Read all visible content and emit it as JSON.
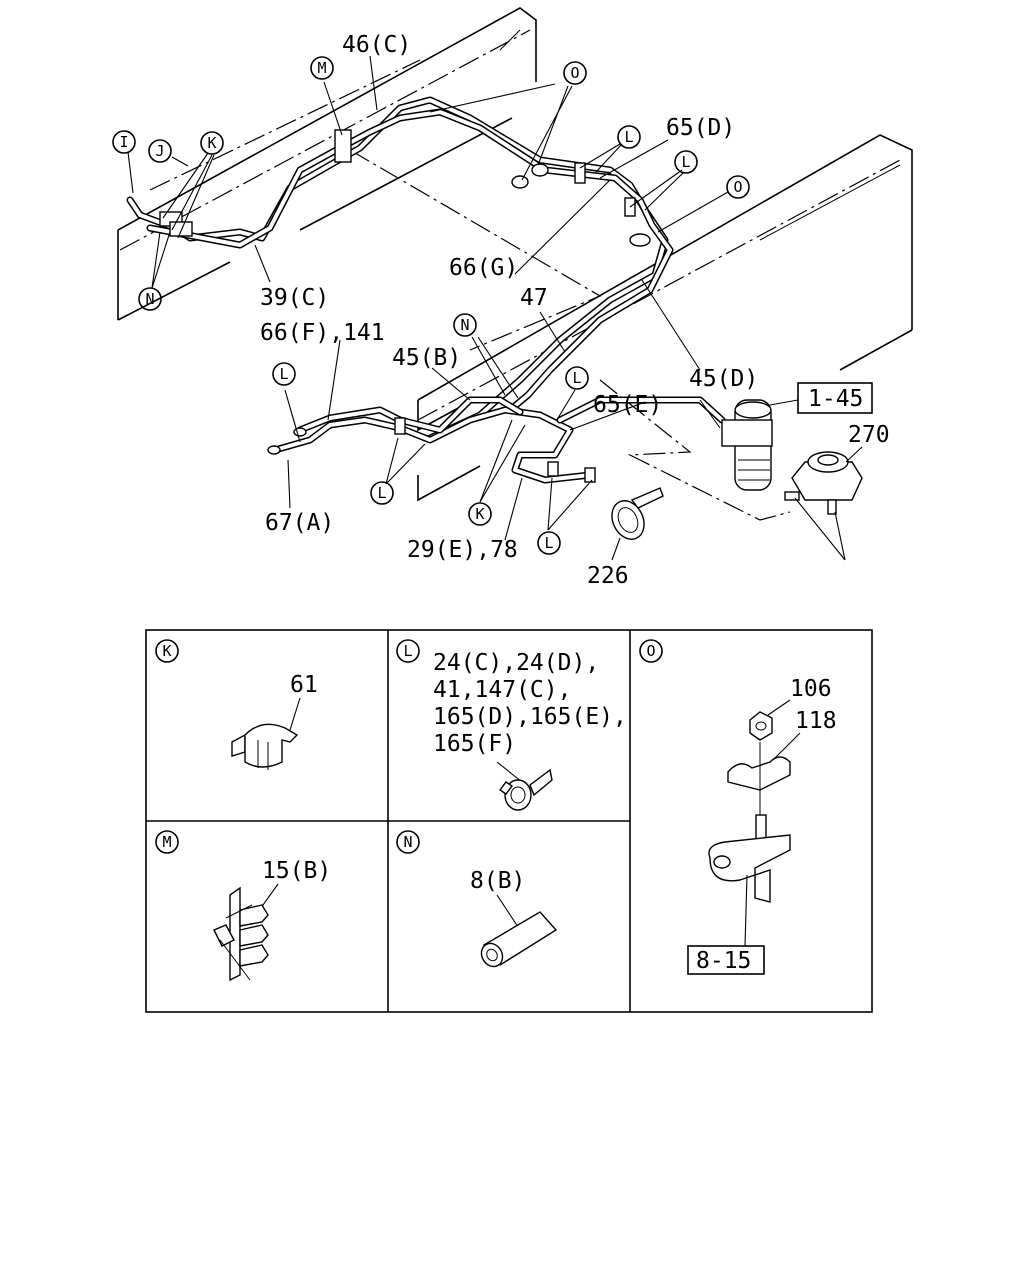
{
  "callouts": {
    "i": "I",
    "j": "J",
    "k": "K",
    "l": "L",
    "m": "M",
    "n": "N",
    "o": "O"
  },
  "labels": {
    "p46c": "46(C)",
    "p65d": "65(D)",
    "p66g": "66(G)",
    "p39c": "39(C)",
    "p66f141": "66(F),141",
    "p47": "47",
    "p45b": "45(B)",
    "p45d": "45(D)",
    "p65e": "65(E)",
    "p1_45": "1-45",
    "p270": "270",
    "p67a": "67(A)",
    "p29e78": "29(E),78",
    "p226": "226"
  },
  "detail_panels": {
    "k": {
      "letter": "K",
      "parts": [
        "61"
      ]
    },
    "l": {
      "letter": "L",
      "parts": [
        "24(C),24(D),",
        "41,147(C),",
        "165(D),165(E),",
        "165(F)"
      ]
    },
    "o": {
      "letter": "O",
      "parts": [
        "106",
        "118"
      ],
      "ref": "8-15"
    },
    "m": {
      "letter": "M",
      "parts": [
        "15(B)"
      ]
    },
    "n": {
      "letter": "N",
      "parts": [
        "8(B)"
      ]
    }
  }
}
